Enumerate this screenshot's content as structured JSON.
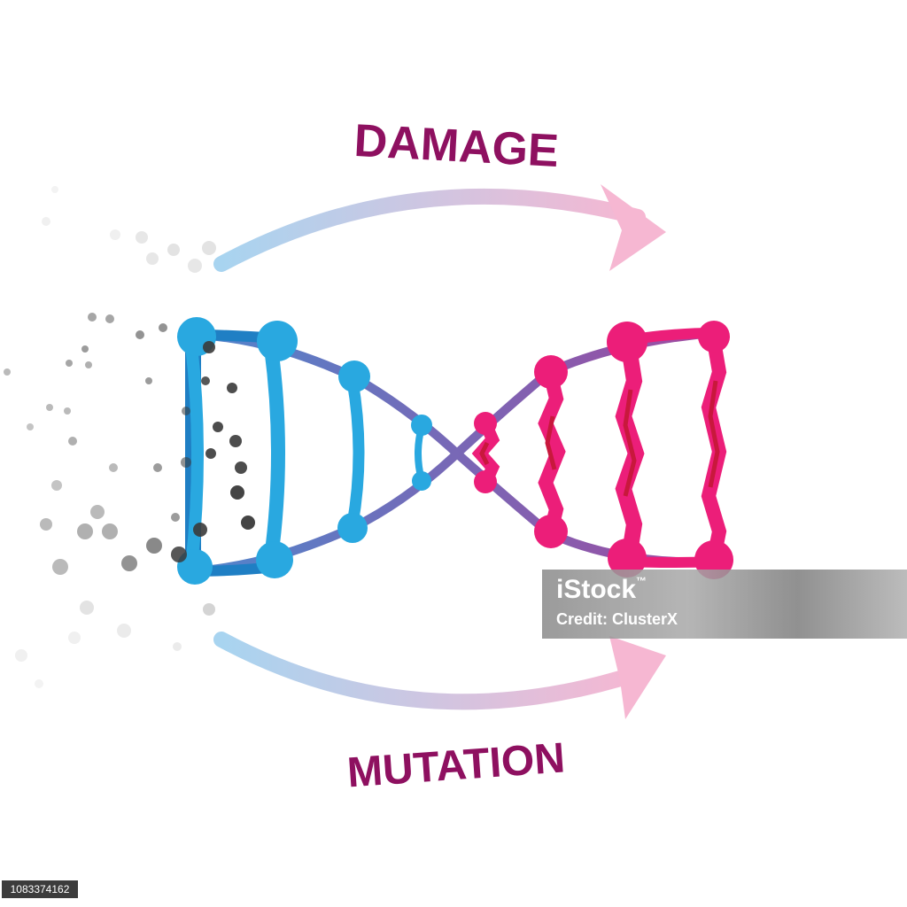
{
  "labels": {
    "damage": "DAMAGE",
    "mutation": "MUTATION"
  },
  "watermark": {
    "line1": "iStock",
    "line1_suffix": "™",
    "line2": "Credit: ClusterX"
  },
  "stock_id": "1083374162",
  "colors": {
    "healthy_strand": "#29a8e0",
    "healthy_strand_dark": "#1f7fc4",
    "damaged_strand": "#ec1e79",
    "damaged_core": "#c8183c",
    "label": "#8e1060",
    "arrow_start": "#a8d4f0",
    "arrow_end": "#f6b7d2",
    "particles": "#3a3a3a"
  },
  "icons": {
    "top_arrow": "curved-arrow-right",
    "bottom_arrow": "curved-arrow-right",
    "healthy_dna": "dna-helix",
    "damaged_dna": "damaged-dna-helix",
    "particles": "scattered-dots"
  }
}
